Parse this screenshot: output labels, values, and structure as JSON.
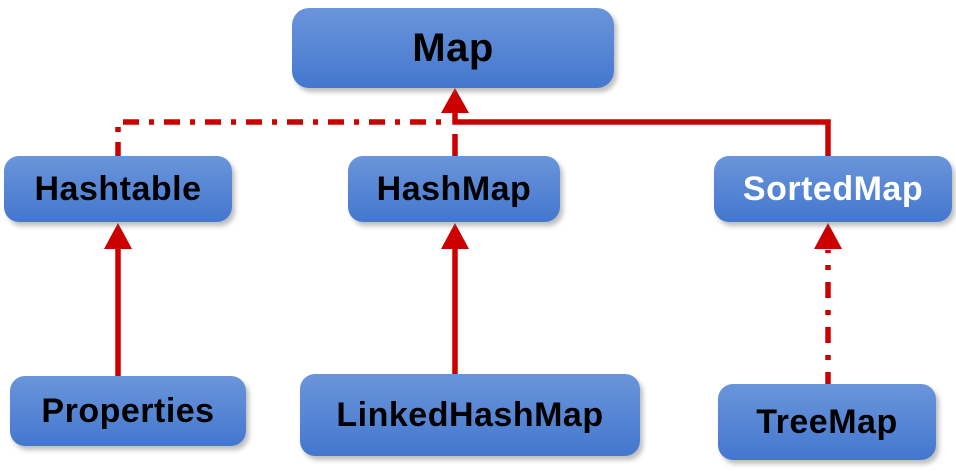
{
  "diagram": {
    "type": "class-hierarchy",
    "topic": "Java Map interface hierarchy",
    "nodes": [
      {
        "id": "map",
        "label": "Map",
        "role": "interface",
        "text_color": "#000000"
      },
      {
        "id": "hashtable",
        "label": "Hashtable",
        "role": "class",
        "text_color": "#000000"
      },
      {
        "id": "hashmap",
        "label": "HashMap",
        "role": "class",
        "text_color": "#000000"
      },
      {
        "id": "sortedmap",
        "label": "SortedMap",
        "role": "interface",
        "text_color": "#ffffff"
      },
      {
        "id": "properties",
        "label": "Properties",
        "role": "class",
        "text_color": "#000000"
      },
      {
        "id": "linkedhashmap",
        "label": "LinkedHashMap",
        "role": "class",
        "text_color": "#000000"
      },
      {
        "id": "treemap",
        "label": "TreeMap",
        "role": "class",
        "text_color": "#000000"
      }
    ],
    "edges": [
      {
        "from": "Hashtable",
        "to": "Map",
        "style": "dash-dot"
      },
      {
        "from": "HashMap",
        "to": "Map",
        "style": "solid"
      },
      {
        "from": "SortedMap",
        "to": "Map",
        "style": "solid"
      },
      {
        "from": "Properties",
        "to": "Hashtable",
        "style": "solid"
      },
      {
        "from": "LinkedHashMap",
        "to": "HashMap",
        "style": "solid"
      },
      {
        "from": "TreeMap",
        "to": "SortedMap",
        "style": "dash-dot"
      }
    ],
    "colors": {
      "node_fill_top": "#6b95da",
      "node_fill_bottom": "#4377cf",
      "edge_red": "#cc0000",
      "background": "#ffffff"
    }
  }
}
